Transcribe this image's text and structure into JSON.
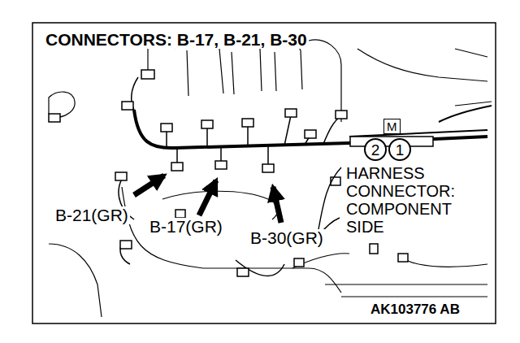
{
  "diagram": {
    "title": "CONNECTORS: B-17, B-21, B-30",
    "nodes": [
      {
        "text": [
          "M"
        ]
      },
      {
        "text": [
          "2"
        ],
        "in": 0
      },
      {
        "text": [
          "1"
        ],
        "in": 0
      }
    ],
    "labels": [
      "B-21(GR)",
      "B-17(GR)",
      "B-30(GR)",
      "HARNESS CONNECTOR: COMPONENT SIDE",
      "AK103776 AB"
    ]
  }
}
